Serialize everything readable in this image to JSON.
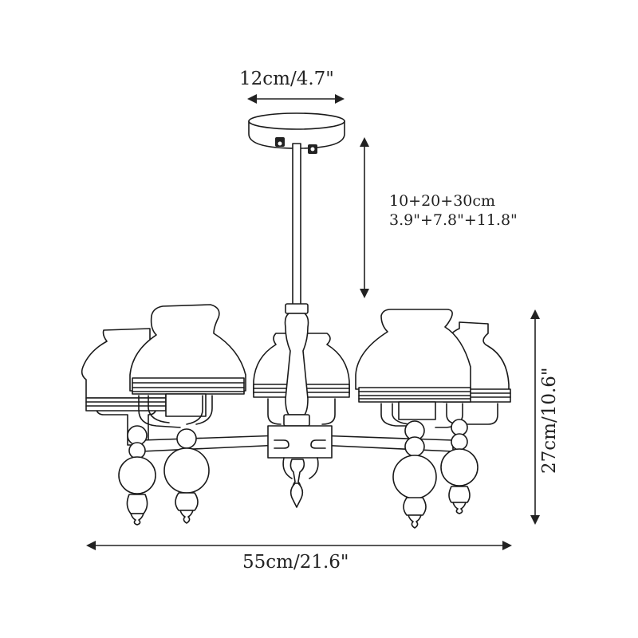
{
  "diagram": {
    "subject": "5-light pendant chandelier with dome glass shades",
    "colors": {
      "line": "#1a1a1a",
      "background": "#ffffff",
      "dimension": "#222222"
    },
    "dimensions": {
      "canopy_width": {
        "label": "12cm/4.7\""
      },
      "drop_length": {
        "line1": "10+20+30cm",
        "line2": "3.9\"+7.8\"+11.8\""
      },
      "height": {
        "label": "27cm/10.6\""
      },
      "width": {
        "label": "55cm/21.6\""
      }
    },
    "parts": [
      "canopy",
      "downrod",
      "center-column",
      "hub",
      "arms",
      "shades",
      "finials"
    ],
    "shade_count": 5
  }
}
